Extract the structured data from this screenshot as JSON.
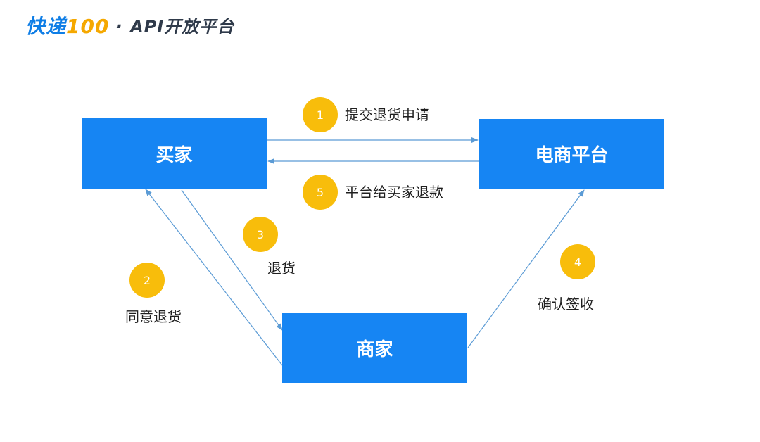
{
  "logo": {
    "brand": "快递",
    "hundred": "100",
    "separator": "·",
    "subtitle": "API开放平台"
  },
  "nodes": {
    "buyer": "买家",
    "platform": "电商平台",
    "merchant": "商家"
  },
  "steps": [
    {
      "number": "1",
      "label": "提交退货申请"
    },
    {
      "number": "2",
      "label": "同意退货"
    },
    {
      "number": "3",
      "label": "退货"
    },
    {
      "number": "4",
      "label": "确认签收"
    },
    {
      "number": "5",
      "label": "平台给买家退款"
    }
  ],
  "colors": {
    "node": "#1685f3",
    "badge": "#f8bd0b",
    "arrow": "#5b9bd5"
  }
}
